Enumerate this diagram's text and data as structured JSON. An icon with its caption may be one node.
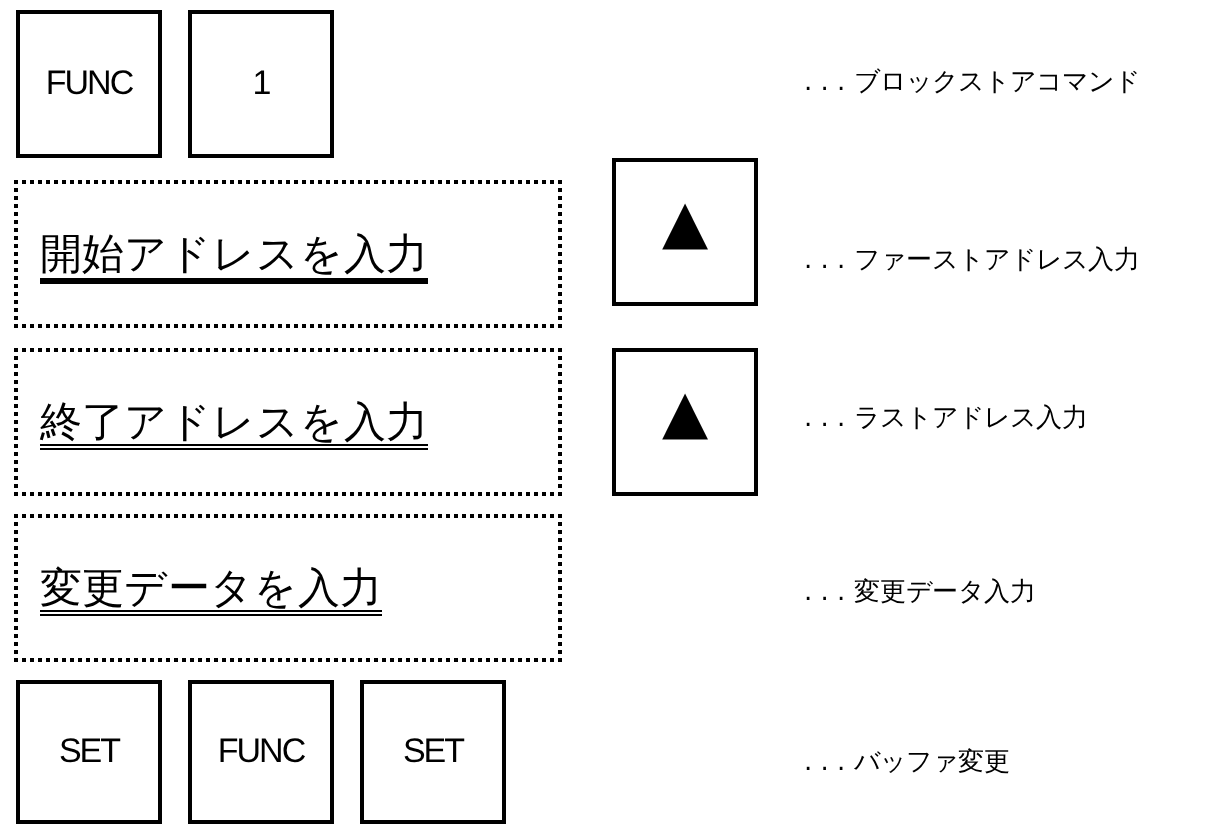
{
  "diagram": {
    "nodes": [
      {
        "text": [
          "FUNC"
        ]
      },
      {
        "text": [
          "1"
        ]
      },
      {
        "text": [
          "開始アドレスを入力"
        ]
      },
      {
        "text": [
          "▲"
        ]
      },
      {
        "text": [
          "終了アドレスを入力"
        ]
      },
      {
        "text": [
          "▲"
        ]
      },
      {
        "text": [
          "変更データを入力"
        ]
      },
      {
        "text": [
          "SET"
        ]
      },
      {
        "text": [
          "FUNC"
        ]
      },
      {
        "text": [
          "SET"
        ]
      }
    ],
    "labels": [
      ". . . ブロックストアコマンド",
      ". . . ファーストアドレス入力",
      ". . . ラストアドレス入力",
      ". . . 変更データ入力",
      ". . . バッファ変更"
    ]
  }
}
